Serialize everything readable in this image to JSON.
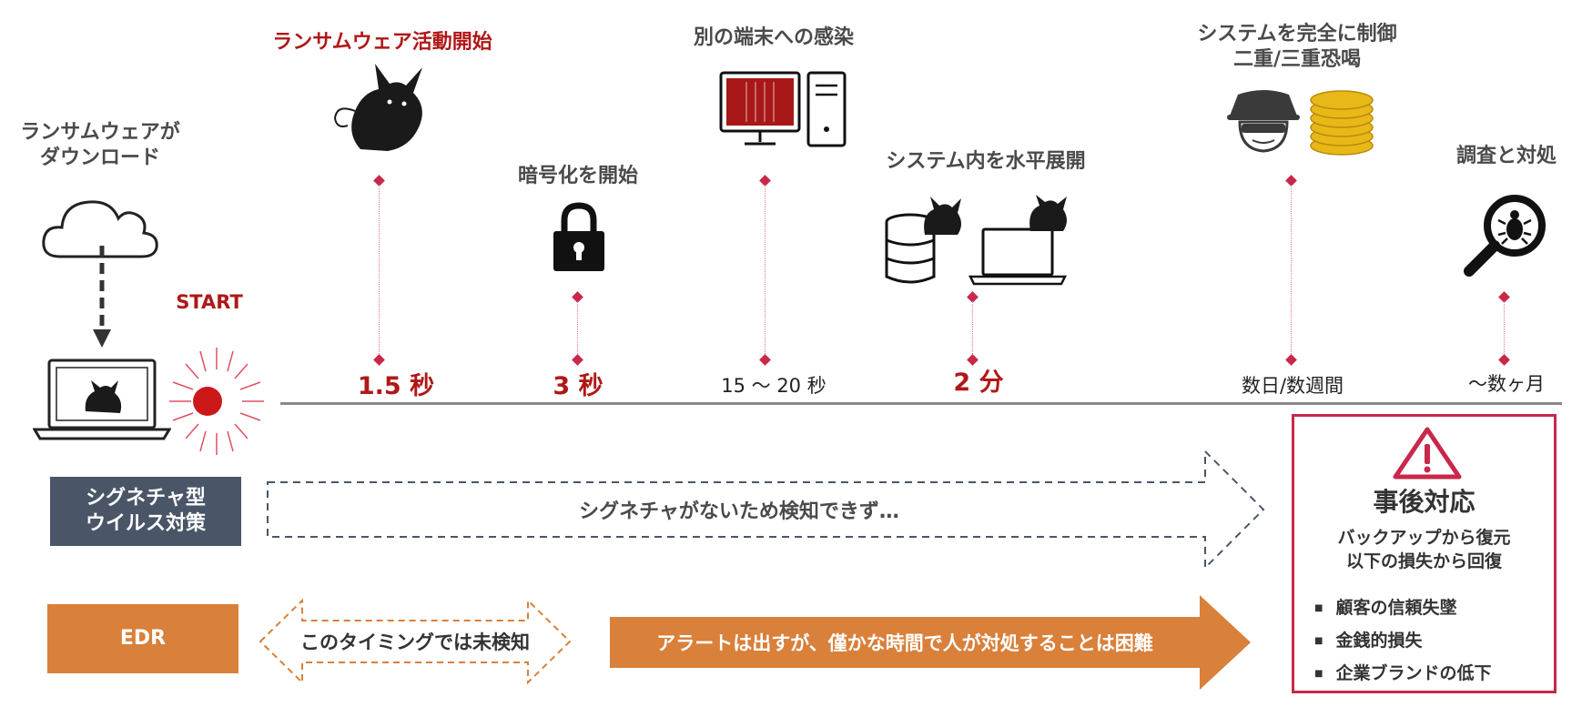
{
  "stages": [
    {
      "id": "download",
      "label_line1": "ランサムウェアが",
      "label_line2": "ダウンロード"
    },
    {
      "id": "start",
      "label": "START"
    },
    {
      "id": "activity",
      "label": "ランサムウェア活動開始",
      "time": "1.5 秒",
      "icon": "devil-icon"
    },
    {
      "id": "encrypt",
      "label": "暗号化を開始",
      "time": "3 秒",
      "icon": "padlock-icon"
    },
    {
      "id": "infect",
      "label": "別の端末への感染",
      "time": "15 ～ 20 秒",
      "icon": "computer-icon"
    },
    {
      "id": "lateral",
      "label": "システム内を水平展開",
      "time": "2 分",
      "icon": "server-laptop-icon"
    },
    {
      "id": "control",
      "label_line1": "システムを完全に制御",
      "label_line2": "二重/三重恐喝",
      "time": "数日/数週間",
      "icon": "hacker-coins-icon"
    },
    {
      "id": "investigate",
      "label": "調査と対処",
      "time": "～数ヶ月",
      "icon": "magnifier-bug-icon"
    }
  ],
  "signature": {
    "label_line1": "シグネチャ型",
    "label_line2": "ウイルス対策",
    "message": "シグネチャがないため検知できず…"
  },
  "edr": {
    "label": "EDR",
    "undetected": "このタイミングでは未検知",
    "alert": "アラートは出すが、僅かな時間で人が対処することは困難"
  },
  "post_response": {
    "title": "事後対応",
    "sub_line1": "バックアップから復元",
    "sub_line2": "以下の損失から回復",
    "items": [
      "顧客の信頼失墜",
      "金銭的損失",
      "企業ブランドの低下"
    ]
  },
  "colors": {
    "accent_red": "#b01818",
    "edr_orange": "#d9803a",
    "signature_navy": "#4a5568",
    "border_red": "#c8284a"
  }
}
